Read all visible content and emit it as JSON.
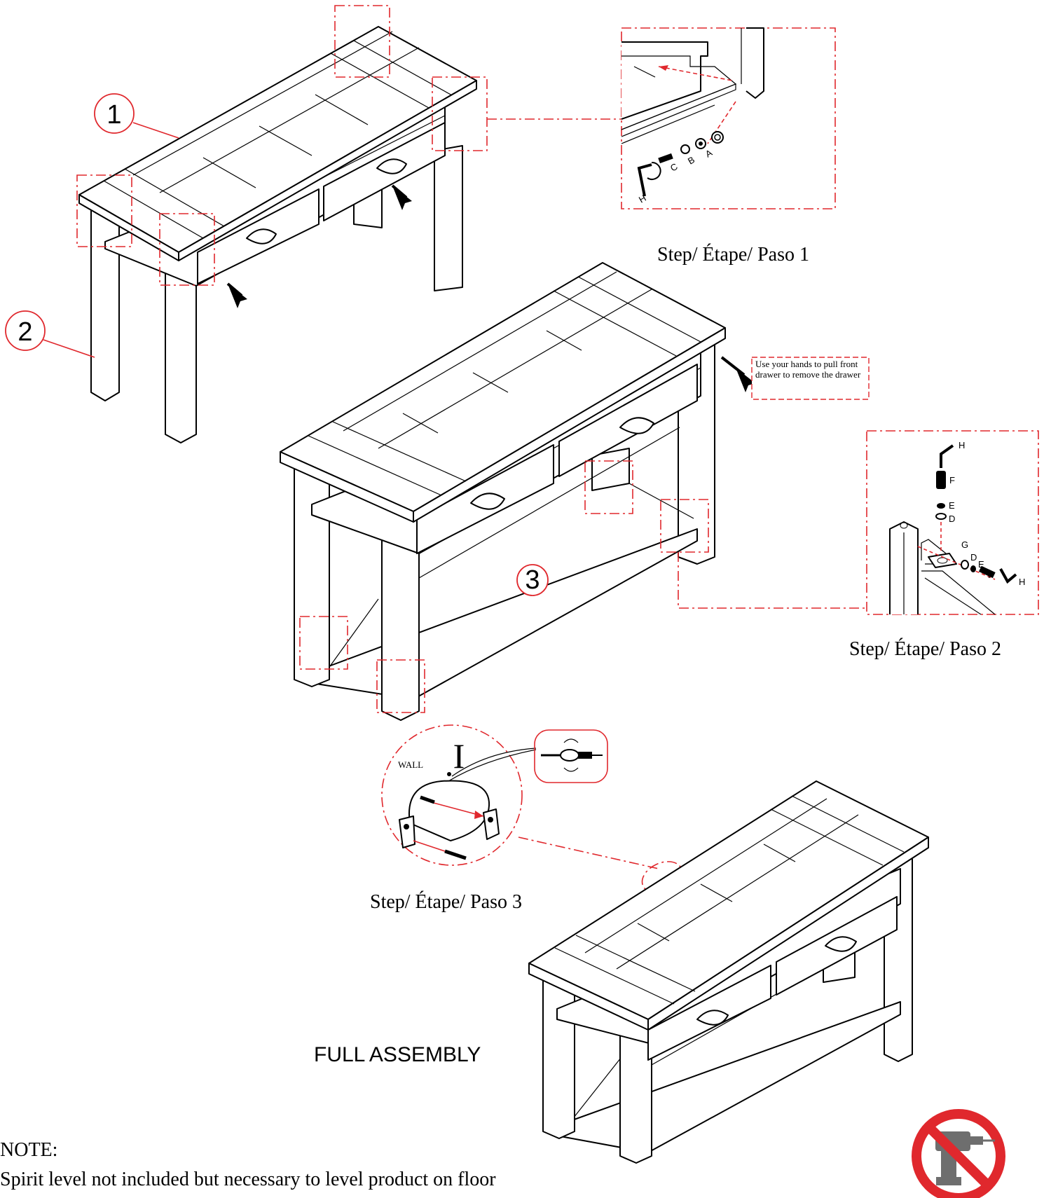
{
  "callouts": [
    "1",
    "2",
    "3"
  ],
  "steps": {
    "step1": "Step/ Étape/ Paso 1",
    "step2": "Step/ Étape/ Paso 2",
    "step3": "Step/ Étape/ Paso 3"
  },
  "step1_parts": [
    "H",
    "C",
    "B",
    "A"
  ],
  "step2_parts": [
    "H",
    "F",
    "E",
    "D",
    "G",
    "D",
    "E",
    "F",
    "H"
  ],
  "drawer_note": "Use your hands to pull front drawer to remove the drawer",
  "wall_label": "WALL",
  "wall_part": "I",
  "full_assembly": "FULL ASSEMBLY",
  "note_heading": "NOTE:",
  "note_text": "Spirit level not included but necessary to level product on floor",
  "icons": [
    "no-power-drill-icon",
    "arrow-icon",
    "allen-key-icon"
  ],
  "colors": {
    "accent": "#e0282d",
    "line": "#000000",
    "icon_grey": "#6e6e6e"
  }
}
